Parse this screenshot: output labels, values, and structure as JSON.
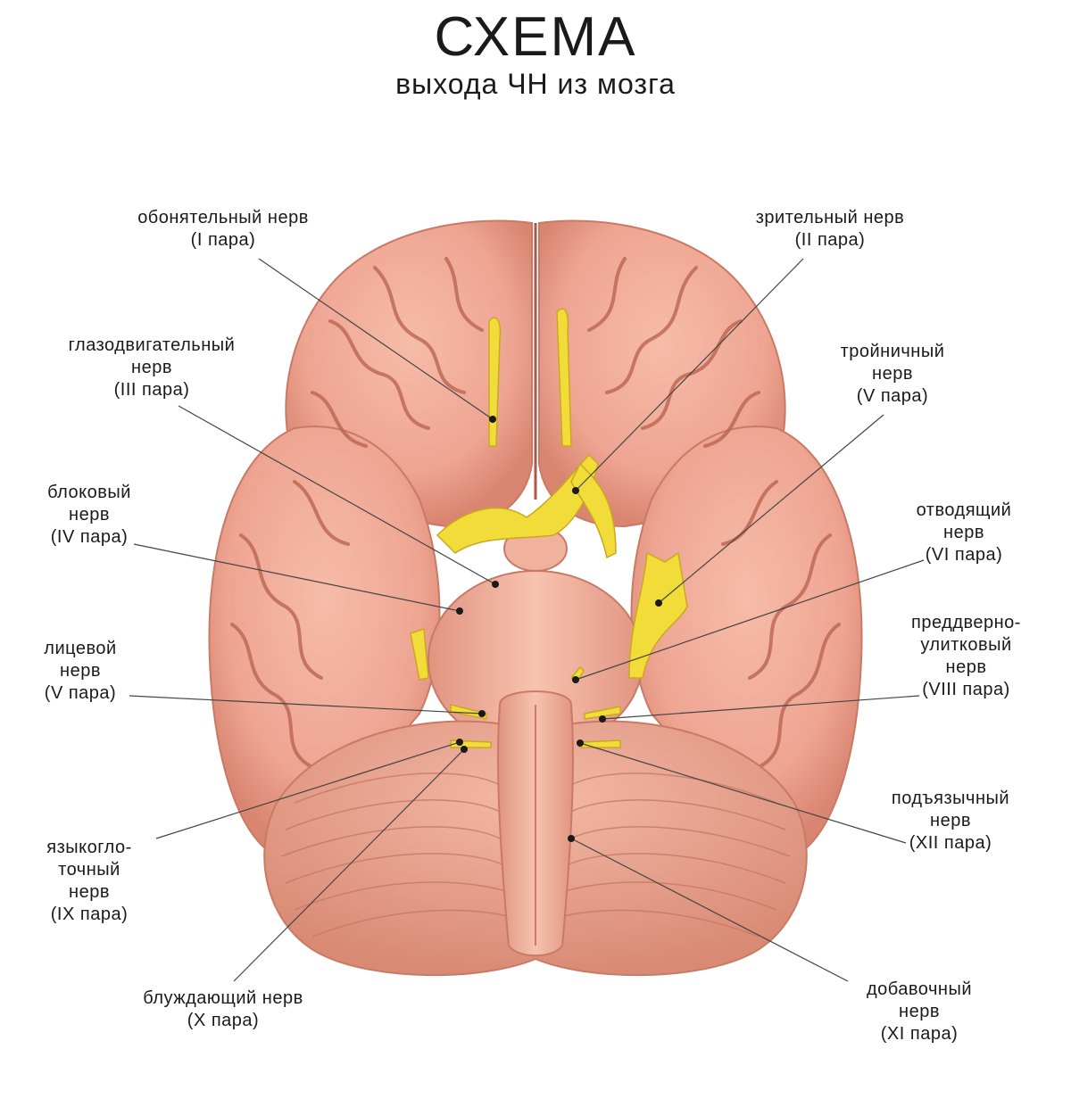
{
  "title": "СХЕМА",
  "subtitle": "выхода ЧН из мозга",
  "labels": {
    "olfactory": {
      "line1": "обонятельный нерв",
      "line2": "(I пара)"
    },
    "optic": {
      "line1": "зрительный нерв",
      "line2": "(II пара)"
    },
    "oculomotor": {
      "line1": "глазодвигательный",
      "line2": "нерв",
      "line3": "(III пара)"
    },
    "trigeminal": {
      "line1": "тройничный",
      "line2": "нерв",
      "line3": "(V пара)"
    },
    "trochlear": {
      "line1": "блоковый",
      "line2": "нерв",
      "line3": "(IV пара)"
    },
    "abducens": {
      "line1": "отводящий",
      "line2": "нерв",
      "line3": "(VI пара)"
    },
    "facial": {
      "line1": "лицевой",
      "line2": "нерв",
      "line3": "(V пара)"
    },
    "vestibulocochlear": {
      "line1": "преддверно-",
      "line2": "улитковый",
      "line3": "нерв",
      "line4": "(VIII пара)"
    },
    "glossopharyngeal": {
      "line1": "языкогло-",
      "line2": "точный",
      "line3": "нерв",
      "line4": "(IX пара)"
    },
    "hypoglossal": {
      "line1": "подъязычный",
      "line2": "нерв",
      "line3": "(XII пара)"
    },
    "vagus": {
      "line1": "блуждающий нерв",
      "line2": "(X пара)"
    },
    "accessory": {
      "line1": "добавочный",
      "line2": "нерв",
      "line3": "(XI пара)"
    }
  },
  "colors": {
    "brain": "#eea592",
    "brain_shade": "#d98570",
    "sulci": "#b8604e",
    "nerve": "#f2dc3a",
    "nerve_dark": "#c9a820",
    "leader": "#444444",
    "cerebellum": "#ecab98"
  }
}
